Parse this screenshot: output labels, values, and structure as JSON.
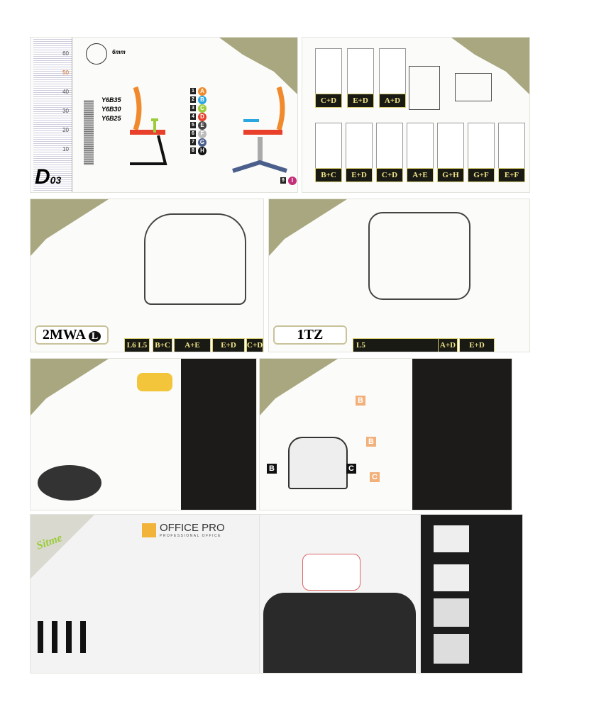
{
  "panel1": {
    "ruler_ticks": [
      "60",
      "50",
      "40",
      "30",
      "20",
      "10"
    ],
    "washer_size": "6mm",
    "bolts": [
      "Y6B35",
      "Y6B30",
      "Y6B25"
    ],
    "page_code": "D",
    "page_num": "03",
    "parts": [
      {
        "n": "1",
        "l": "A",
        "c": "#f08a2c"
      },
      {
        "n": "2",
        "l": "B",
        "c": "#2aa7e0"
      },
      {
        "n": "3",
        "l": "C",
        "c": "#9ccc3c"
      },
      {
        "n": "4",
        "l": "D",
        "c": "#e8402a"
      },
      {
        "n": "5",
        "l": "E",
        "c": "#444444"
      },
      {
        "n": "6",
        "l": "F",
        "c": "#bbbbbb"
      },
      {
        "n": "7",
        "l": "G",
        "c": "#4a5f8c"
      },
      {
        "n": "8",
        "l": "H",
        "c": "#111111"
      },
      {
        "n": "9",
        "l": "I",
        "c": "#c2307a"
      }
    ]
  },
  "panel2": {
    "row1": [
      "C+D",
      "E+D",
      "A+D"
    ],
    "row2": [
      "B+C",
      "E+D",
      "C+D",
      "A+E",
      "G+H",
      "G+F",
      "E+F"
    ]
  },
  "panel3": {
    "model": "2MWA",
    "model_badge": "L",
    "labels": [
      "L6 L5",
      "B+C",
      "A+E",
      "E+D",
      "C+D"
    ]
  },
  "panel4": {
    "model": "1TZ",
    "labels": [
      "L5",
      "A+D",
      "E+D"
    ]
  },
  "panel6": {
    "markers": [
      "B",
      "C",
      "B",
      "B",
      "C"
    ]
  },
  "panel7": {
    "brand": "Sitme",
    "logo_title": "OFFICE PRO",
    "logo_sub": "PROFESSIONAL OFFICE"
  }
}
